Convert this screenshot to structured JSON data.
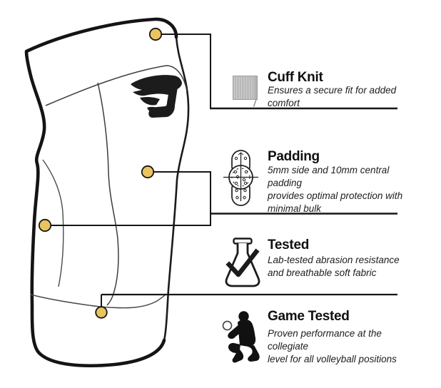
{
  "illustration": {
    "subject": "knee pad line drawing",
    "brand_mark": "winged-j-logo",
    "marker_dots": 4
  },
  "colors": {
    "accent_gold": "#E9C45F",
    "ink": "#161616",
    "knit_gray": "#C7C7C7"
  },
  "callouts": [
    {
      "icon": "knit-swatch-icon",
      "title": "Cuff Knit",
      "description": "Ensures a secure fit for added comfort"
    },
    {
      "icon": "padding-icon",
      "title": "Padding",
      "description": "5mm side and 10mm central padding\nprovides optimal protection with\nminimal bulk"
    },
    {
      "icon": "flask-check-icon",
      "title": "Tested",
      "description": "Lab-tested abrasion resistance\nand breathable soft fabric"
    },
    {
      "icon": "volleyball-player-icon",
      "title": "Game Tested",
      "description": "Proven performance at the collegiate\nlevel for all volleyball positions"
    }
  ]
}
